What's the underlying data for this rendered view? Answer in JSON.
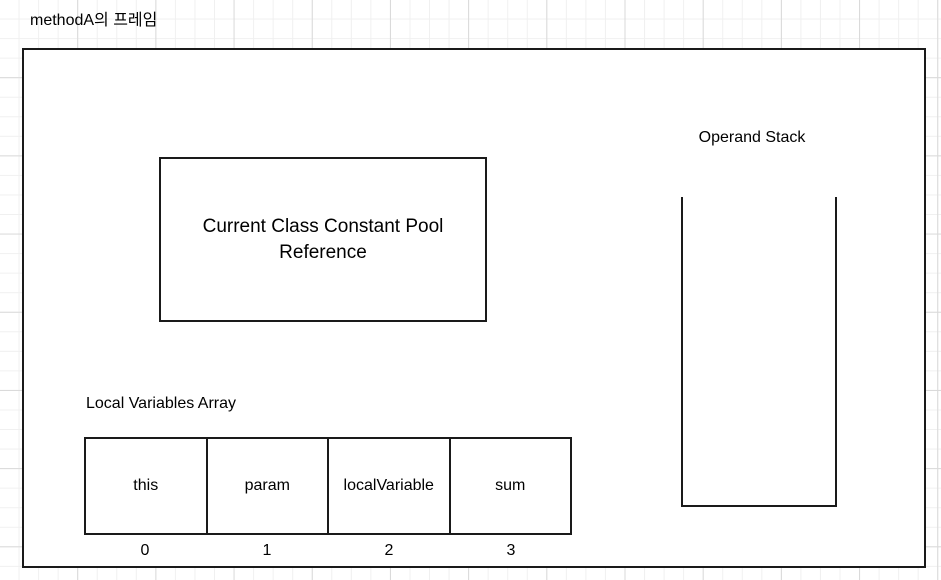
{
  "diagram": {
    "title": "methodA의 프레임",
    "constant_pool": {
      "label": "Current Class Constant Pool Reference"
    },
    "operand_stack": {
      "label": "Operand Stack",
      "items": []
    },
    "local_variables_array": {
      "label": "Local Variables Array",
      "slots": [
        {
          "name": "this",
          "index": "0"
        },
        {
          "name": "param",
          "index": "1"
        },
        {
          "name": "localVariable",
          "index": "2"
        },
        {
          "name": "sum",
          "index": "3"
        }
      ]
    }
  },
  "colors": {
    "stroke": "#1a1a1a",
    "text": "#000000",
    "background": "#ffffff",
    "grid_minor": "#f0f0f0",
    "grid_major": "#d9d9d9"
  }
}
